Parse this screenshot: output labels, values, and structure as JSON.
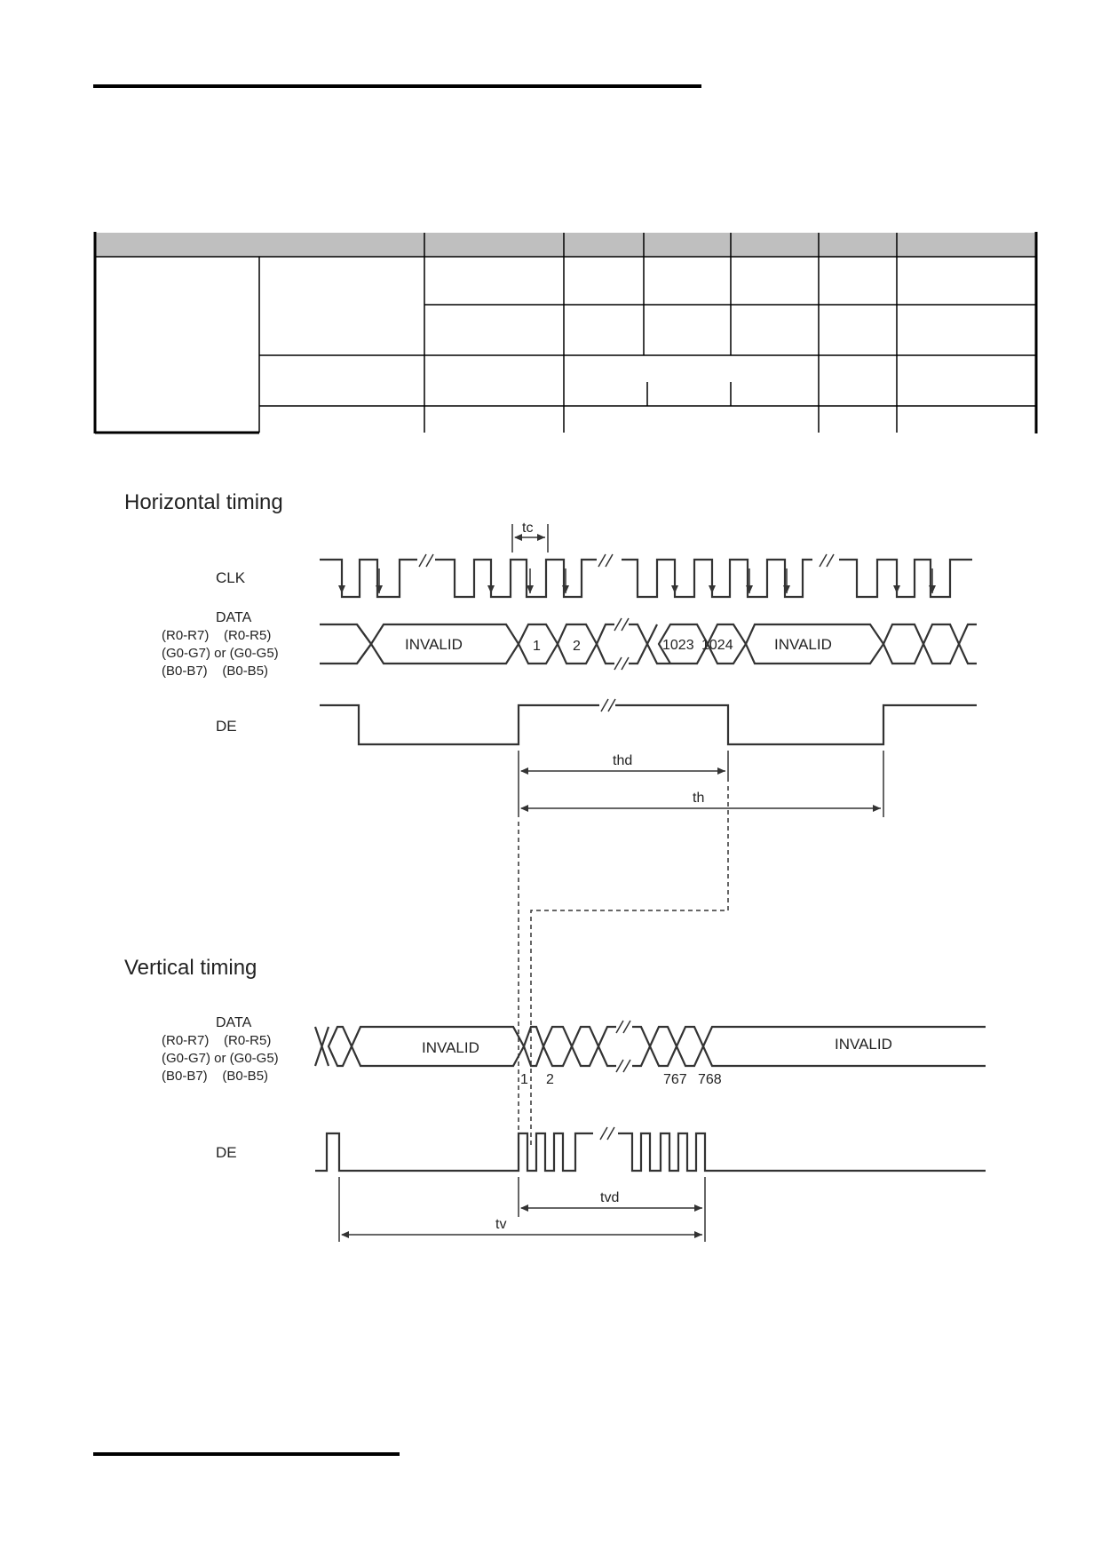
{
  "horizontal": {
    "title": "Horizontal timing",
    "signals": {
      "clk": "CLK",
      "data": "DATA",
      "de": "DE"
    },
    "data_bus_rows": [
      "(R0-R7)    (R0-R5)",
      "(G0-G7) or (G0-G5)",
      "(B0-B7)    (B0-B5)"
    ],
    "cells": [
      "INVALID",
      "1",
      "2",
      "1023",
      "1024",
      "INVALID"
    ],
    "params": {
      "tc": "tc",
      "thd": "thd",
      "th": "th"
    }
  },
  "vertical": {
    "title": "Vertical timing",
    "signals": {
      "data": "DATA",
      "de": "DE"
    },
    "data_bus_rows": [
      "(R0-R7)    (R0-R5)",
      "(G0-G7) or (G0-G5)",
      "(B0-B7)    (B0-B5)"
    ],
    "cells": [
      "INVALID",
      "INVALID"
    ],
    "line_labels": [
      "1",
      "2",
      "767",
      "768"
    ],
    "params": {
      "tvd": "tvd",
      "tv": "tv"
    }
  }
}
